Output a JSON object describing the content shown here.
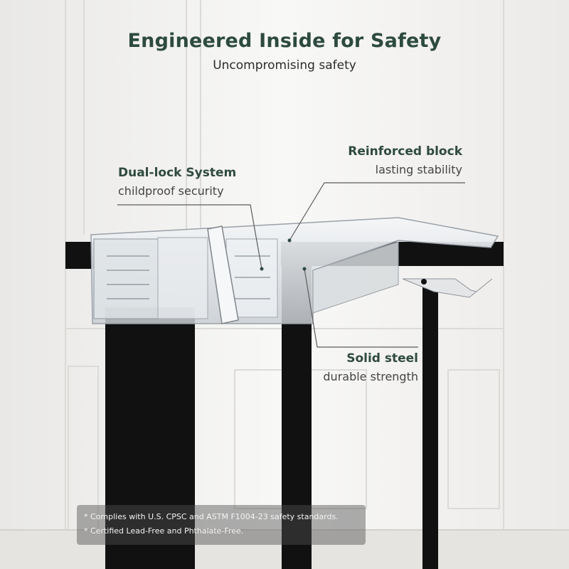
{
  "header": {
    "title": "Engineered Inside for Safety",
    "subtitle": "Uncompromising safety"
  },
  "callouts": [
    {
      "id": "dual-lock",
      "title": "Dual-lock System",
      "subtitle": "childproof security"
    },
    {
      "id": "reinforced-block",
      "title": "Reinforced block",
      "subtitle": "lasting stability"
    },
    {
      "id": "solid-steel",
      "title": "Solid steel",
      "subtitle": "durable strength"
    }
  ],
  "notes": [
    "* Complies with U.S. CPSC and ASTM F1004-23 safety standards.",
    "* Certified Lead-Free and Phthalate-Free."
  ],
  "colors": {
    "heading": "#2d4a3f",
    "background": "#f3f2f0",
    "frame": "#111111",
    "wall": "#ffffff"
  }
}
